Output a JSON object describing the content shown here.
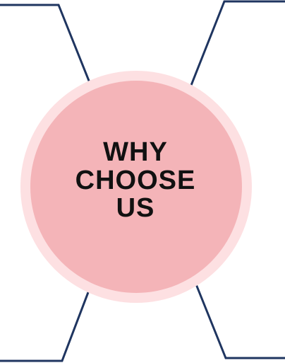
{
  "hub": {
    "title_lines": [
      "WHY",
      "CHOOSE",
      "US"
    ]
  },
  "colors": {
    "outer_ring": "#fde0e2",
    "inner_circle": "#f4b4b8",
    "connector": "#1f3560",
    "text": "#111111",
    "background": "#ffffff"
  }
}
